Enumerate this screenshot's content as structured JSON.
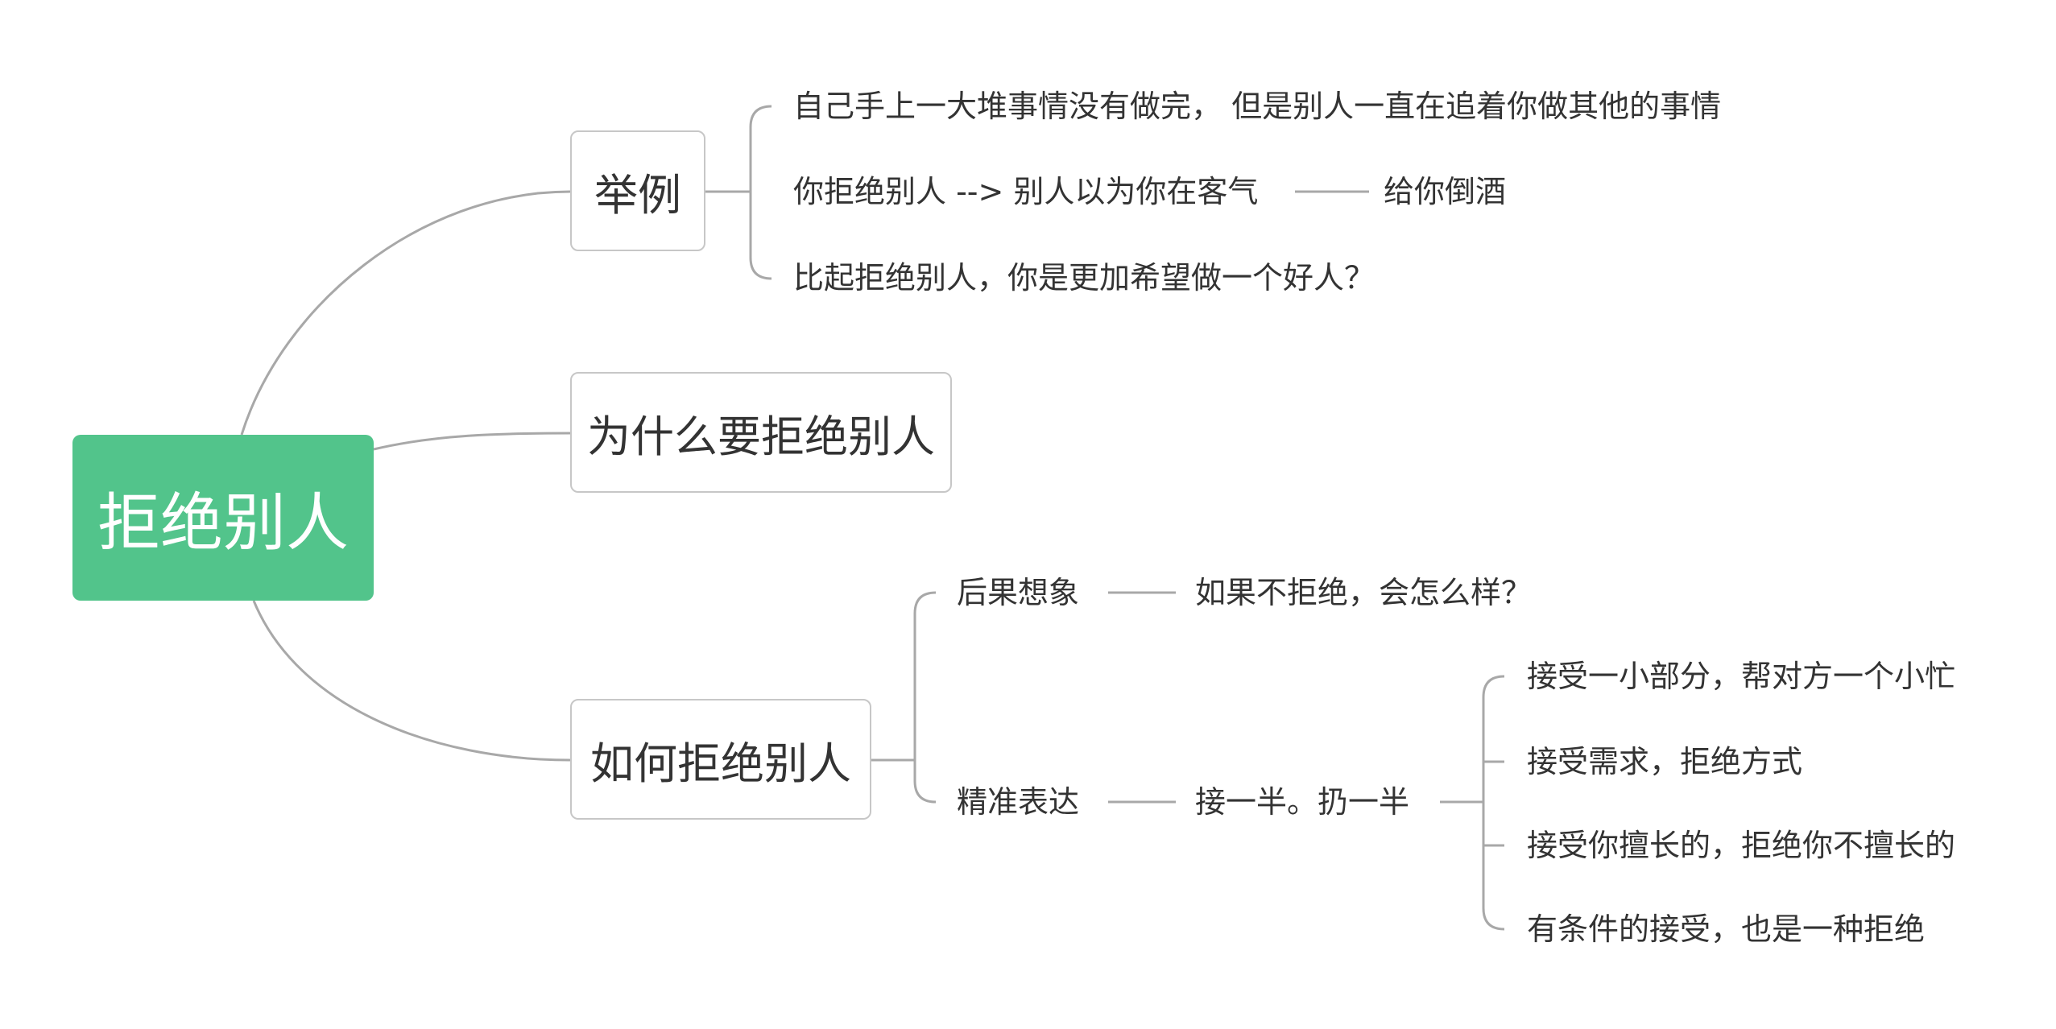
{
  "root": {
    "label": "拒绝别人"
  },
  "branches": [
    {
      "label": "举例",
      "items": [
        "自己手上一大堆事情没有做完， 但是别人一直在追着你做其他的事情",
        "你拒绝别人 --> 别人以为你在客气",
        "给你倒酒",
        "比起拒绝别人，你是更加希望做一个好人？"
      ]
    },
    {
      "label": "为什么要拒绝别人"
    },
    {
      "label": "如何拒绝别人",
      "items": [
        "后果想象",
        "如果不拒绝，会怎么样？",
        "精准表达",
        "接一半。扔一半",
        "接受一小部分，帮对方一个小忙",
        "接受需求，拒绝方式",
        "接受你擅长的，拒绝你不擅长的",
        "有条件的接受，也是一种拒绝"
      ]
    }
  ],
  "colors": {
    "root_fill": "#52c48b",
    "line": "#a8a8a8",
    "topic_border": "#c7c7c7"
  }
}
